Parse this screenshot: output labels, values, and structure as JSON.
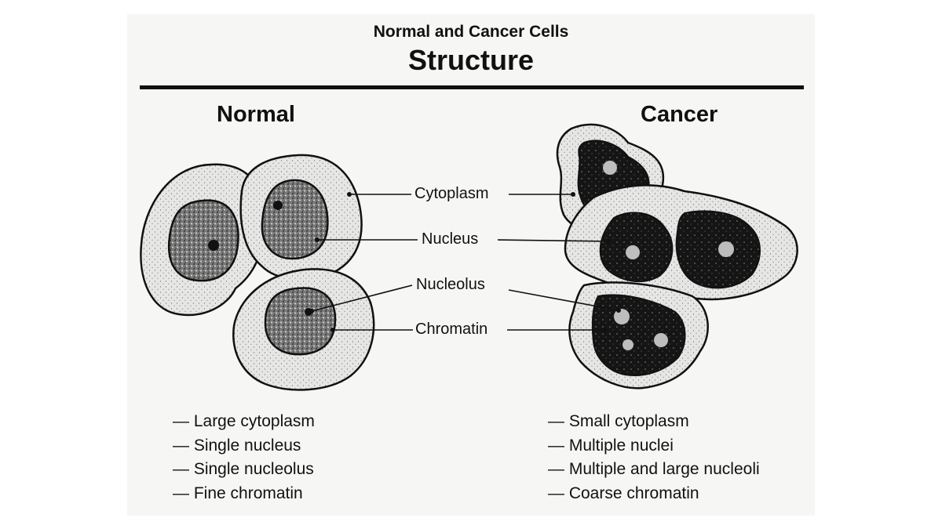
{
  "header": {
    "subtitle": "Normal and Cancer Cells",
    "title": "Structure"
  },
  "columns": {
    "normal": "Normal",
    "cancer": "Cancer"
  },
  "labels": {
    "cytoplasm": "Cytoplasm",
    "nucleus": "Nucleus",
    "nucleolus": "Nucleolus",
    "chromatin": "Chromatin"
  },
  "normal_traits": [
    "— Large cytoplasm",
    "— Single nucleus",
    "— Single nucleolus",
    "— Fine chromatin"
  ],
  "cancer_traits": [
    "— Small cytoplasm",
    "— Multiple nuclei",
    "— Multiple and large nucleoli",
    "— Coarse chromatin"
  ],
  "colors": {
    "cytoplasm": "#e4e4e2",
    "normal_nucleus": "#8a8a8a",
    "cancer_nucleus": "#1a1a1a",
    "ink": "#111111"
  }
}
